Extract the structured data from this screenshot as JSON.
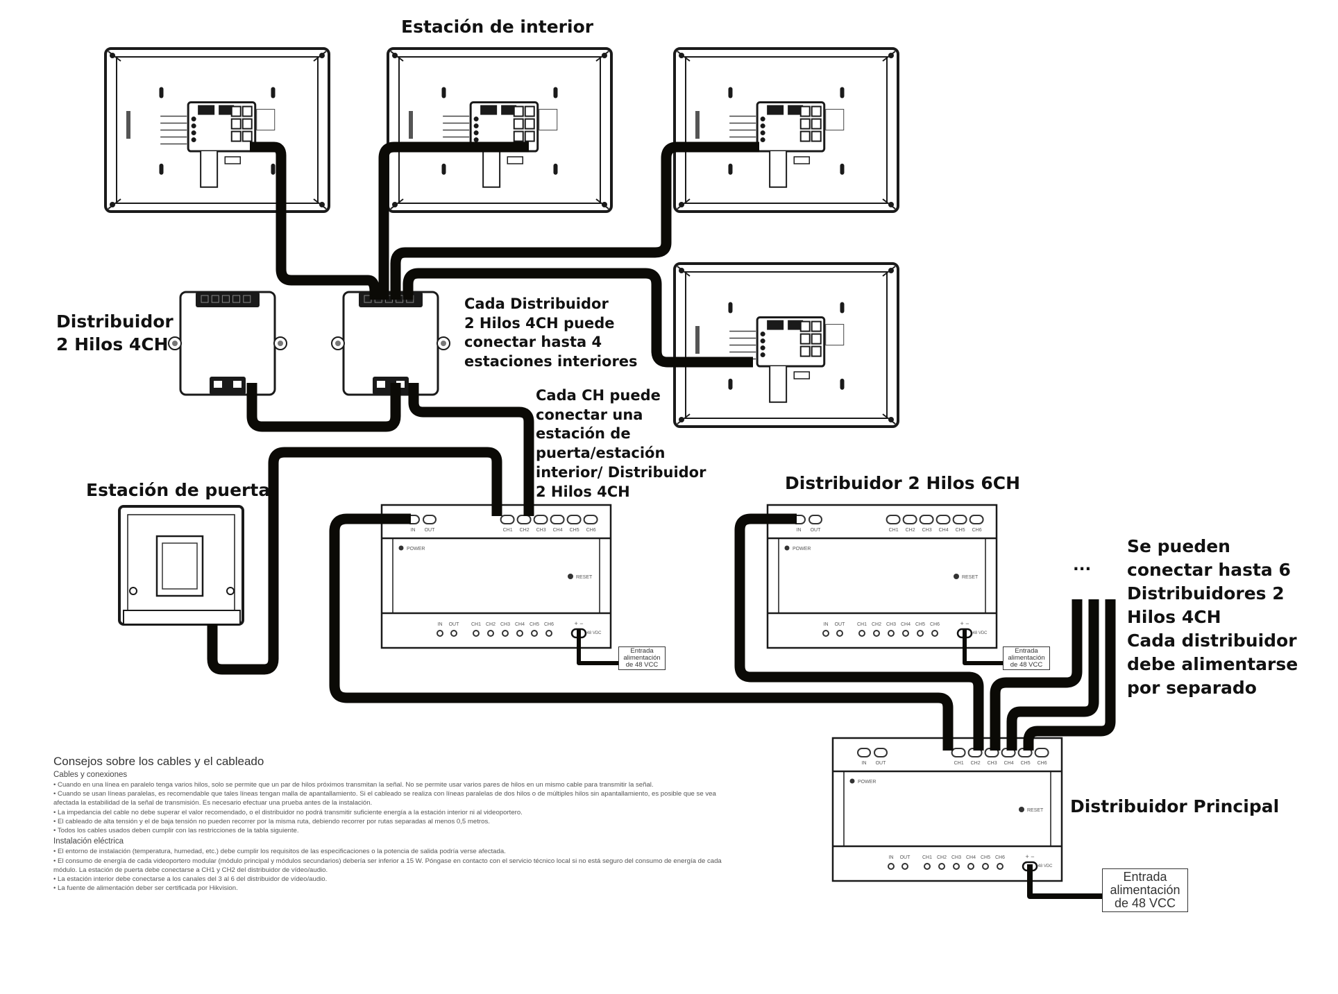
{
  "labels": {
    "indoor_station": "Estación de interior",
    "distributor_4ch_line1": "Distribuidor",
    "distributor_4ch_line2": "2 Hilos 4CH",
    "note_4ch": [
      "Cada Distribuidor",
      "2 Hilos 4CH puede",
      "conectar hasta 4",
      "estaciones interiores"
    ],
    "note_ch": [
      "Cada CH puede",
      "conectar una",
      "estación de",
      "puerta/estación",
      "interior/ Distribuidor",
      "2 Hilos 4CH"
    ],
    "door_station": "Estación de puerta",
    "distributor_6ch": "Distribuidor 2 Hilos 6CH",
    "note_max": [
      "Se pueden",
      "conectar hasta 6",
      "Distribuidores 2",
      "Hilos 4CH",
      "Cada distribuidor",
      "debe alimentarse",
      "por separado"
    ],
    "main_distributor": "Distribuidor Principal",
    "ellipsis": "...",
    "power_input_small": [
      "Entrada",
      "alimentación",
      "de 48 VCC"
    ],
    "power_input_big": [
      "Entrada",
      "alimentación",
      "de 48 VCC"
    ]
  },
  "device_labels": {
    "ports_top": [
      "IN",
      "OUT"
    ],
    "channels": [
      "CH1",
      "CH2",
      "CH3",
      "CH4",
      "CH5",
      "CH6"
    ],
    "power": "POWER",
    "reset": "RESET",
    "dc": "48 VDC",
    "polarity": "+ −"
  },
  "notes": {
    "title": "Consejos sobre los cables y el cableado",
    "section1": "Cables y conexiones",
    "items1": [
      "• Cuando en una línea en paralelo tenga varios hilos, solo se permite que un par de hilos próximos transmitan la señal. No se permite usar varios pares de hilos en un mismo cable para transmitir la señal.",
      "• Cuando se usan líneas paralelas, es recomendable que tales líneas tengan malla de apantallamiento. Si el cableado se realiza con líneas paralelas de dos hilos o de múltiples hilos sin apantallamiento, es posible que se vea afectada la estabilidad de la señal de transmisión. Es necesario efectuar una prueba antes de la instalación.",
      "• La impedancia del cable no debe superar el valor recomendado, o el distribuidor no podrá transmitir suficiente energía a la estación interior ni al videoportero.",
      "• El cableado de alta tensión y el de baja tensión no pueden recorrer por la misma ruta, debiendo recorrer por rutas separadas al menos 0,5 metros.",
      "• Todos los cables usados deben cumplir con las restricciones de la tabla siguiente."
    ],
    "section2": "Instalación eléctrica",
    "items2": [
      "• El entorno de instalación (temperatura, humedad, etc.) debe cumplir los requisitos de las especificaciones o la potencia de salida podría verse afectada.",
      "• El consumo de energía de cada videoportero modular (módulo principal y módulos secundarios) debería ser inferior a 15 W. Póngase en contacto con el servicio técnico local si no está seguro del consumo de energía de cada módulo. La estación de puerta debe conectarse a CH1 y CH2 del distribuidor de vídeo/audio.",
      "• La estación interior debe conectarse a los canales del 3 al 6 del distribuidor de vídeo/audio.",
      "• La fuente de alimentación deber ser certificada por Hikvision."
    ]
  },
  "colors": {
    "cable": "#0b0a06",
    "outline": "#1a1a1a",
    "text": "#111111",
    "notes_text": "#555555"
  }
}
